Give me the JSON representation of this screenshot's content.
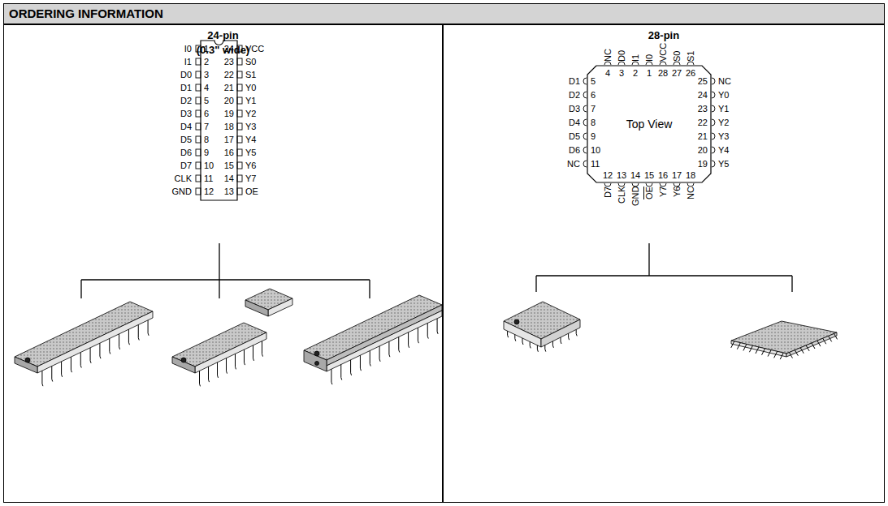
{
  "diagram": {
    "title": "ORDERING INFORMATION",
    "nodes": [
      {
        "text": [
          "24-pin",
          "(0.3\" wide)"
        ]
      },
      {
        "text": [
          "28-pin"
        ]
      },
      {
        "text": [
          "Top View"
        ],
        "in": 1
      }
    ],
    "labels": [
      "I0",
      "1",
      "I1",
      "2",
      "D0",
      "3",
      "D1",
      "4",
      "D2",
      "5",
      "D3",
      "6",
      "D4",
      "7",
      "D5",
      "8",
      "D6",
      "9",
      "D7",
      "10",
      "CLK",
      "11",
      "GND",
      "12",
      "OE",
      "13",
      "Y7",
      "14",
      "Y6",
      "15",
      "Y5",
      "16",
      "Y4",
      "17",
      "Y3",
      "18",
      "Y2",
      "19",
      "Y1",
      "20",
      "Y0",
      "21",
      "S1",
      "22",
      "S0",
      "23",
      "VCC",
      "24",
      "I0",
      "1",
      "I1",
      "2",
      "D0",
      "3",
      "NC",
      "4",
      "D1",
      "5",
      "D2",
      "6",
      "D3",
      "7",
      "D4",
      "8",
      "D5",
      "9",
      "D6",
      "10",
      "NC",
      "11",
      "D7",
      "12",
      "CLK",
      "13",
      "GND",
      "14",
      "OE",
      "15",
      "Y7",
      "16",
      "Y6",
      "17",
      "NC",
      "18",
      "Y5",
      "19",
      "Y4",
      "20",
      "Y3",
      "21",
      "Y2",
      "22",
      "Y1",
      "23",
      "Y0",
      "24",
      "NC",
      "25",
      "S1",
      "26",
      "S0",
      "27",
      "VCC",
      "28"
    ]
  }
}
